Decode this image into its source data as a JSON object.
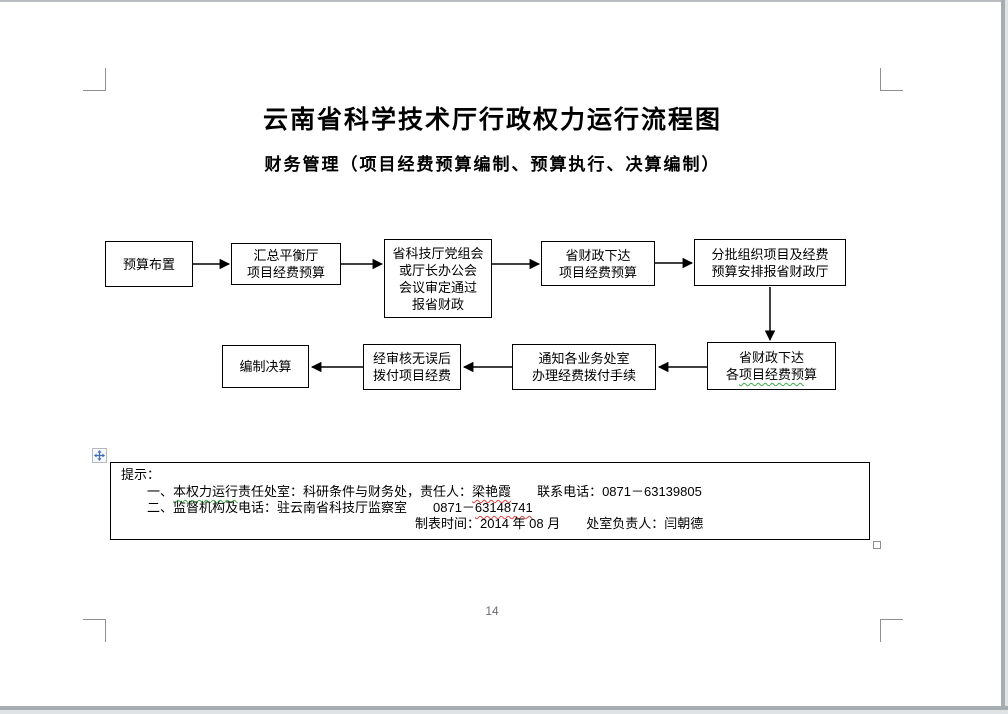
{
  "document": {
    "title": "云南省科学技术厅行政权力运行流程图",
    "subtitle": "财务管理（项目经费预算编制、预算执行、决算编制）",
    "page_number": "14"
  },
  "flowchart": {
    "box1": {
      "line1": "预算布置"
    },
    "box2": {
      "line1": "汇总平衡厅",
      "line2": "项目经费预算"
    },
    "box3": {
      "line1": "省科技厅党组会",
      "line2": "或厅长办公会",
      "line3": "会议审定通过",
      "line4": "报省财政"
    },
    "box4": {
      "line1": "省财政下达",
      "line2": "项目经费预算"
    },
    "box5": {
      "line1": "分批组织项目及经费",
      "line2": "预算安排报省财政厅"
    },
    "box6": {
      "line1": "省财政下达",
      "line2_pre": "各",
      "line2_wavy": "项目经费预",
      "line2_post": "算"
    },
    "box7": {
      "line1": "通知各业务处室",
      "line2": "办理经费拨付手续"
    },
    "box8": {
      "line1": "经审核无误后",
      "line2": "拨付项目经费"
    },
    "box9": {
      "line1": "编制决算"
    }
  },
  "notes": {
    "label": "提示：",
    "item1_prefix": "一、",
    "item1_wavy_green": "本权力运行",
    "item1_mid": "责任处室：科研条件与财务处，责任人：",
    "item1_wavy_red": "梁艳霞",
    "item1_suffix": "　　联系电话：0871－63139805",
    "item2_prefix": "二、监督机构及电话：驻云南省科技厅监察室　　0871－",
    "item2_wavy_red": "63148741",
    "item3": "制表时间：2014 年 08 月　　处室负责人：闫朝德"
  },
  "colors": {
    "grammar_wavy_green": "#3fae49",
    "spellcheck_wavy_red": "#e04545",
    "move_handle_blue": "#3f6fb5",
    "crop_mark_gray": "#909090"
  }
}
